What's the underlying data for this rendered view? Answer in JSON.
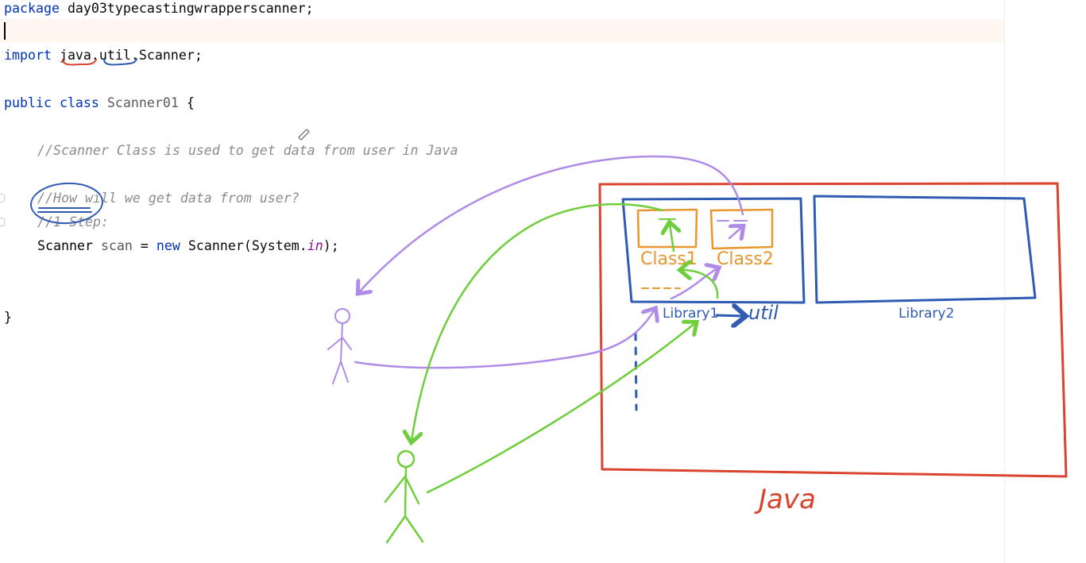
{
  "editor": {
    "lines": {
      "package_kw": "package",
      "package_name": "day03typecastingwrapperscanner;",
      "import_kw": "import",
      "import_pkg1": "java",
      "import_dot1": ".",
      "import_pkg2": "util",
      "import_rest": ".Scanner;",
      "public_kw": "public",
      "class_kw": "class",
      "class_name": "Scanner01",
      "open_brace": "{",
      "comment_scanner": "//Scanner Class is used to get data from user in Java",
      "comment_how": "//How will we get data from user?",
      "comment_step": "//1 Step:",
      "decl_type": "Scanner",
      "decl_var": "scan",
      "decl_eq": "=",
      "decl_new": "new",
      "decl_ctor": "Scanner(System.",
      "decl_in": "in",
      "decl_end": ");",
      "close_brace": "}"
    }
  },
  "drawing": {
    "colors": {
      "red": "#d9432f",
      "blue": "#2f5bb3",
      "orange": "#e8962e",
      "green": "#6fce3c",
      "purple": "#b08be8"
    },
    "labels": {
      "class1": "Class1",
      "class2": "Class2",
      "library1": "Library1",
      "library2": "Library2",
      "util": "util",
      "java": "Java"
    },
    "icons": [
      "pen-cursor-icon"
    ]
  }
}
